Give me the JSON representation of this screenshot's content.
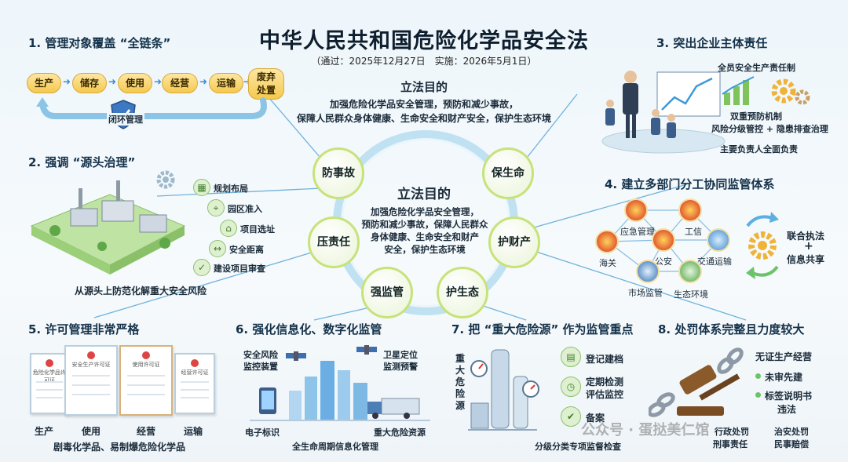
{
  "header": {
    "title": "中华人民共和国危险化学品安全法",
    "subtitle": "（通过：2025年12月27日　实施：2026年5月1日）"
  },
  "purpose": {
    "title": "立法目的",
    "line1": "加强危险化学品安全管理，预防和减少事故，",
    "line2": "保障人民群众身体健康、生命安全和财产安全，保护生态环境"
  },
  "center": {
    "title": "立法目的",
    "line1": "加强危险化学品安全管理，",
    "line2": "预防和减少事故，保障人民群众",
    "line3": "身体健康、生命安全和财产",
    "line4": "安全，保护生态环境",
    "nodes": [
      "防事故",
      "保生命",
      "压责任",
      "护财产",
      "强监管",
      "护生态"
    ]
  },
  "sec1": {
    "title": "1. 管理对象覆盖 “全链条”",
    "chain": [
      "生产",
      "储存",
      "使用",
      "经营",
      "运输"
    ],
    "last_line1": "废弃",
    "last_line2": "处置",
    "loop_label": "闭环管理"
  },
  "sec2": {
    "title": "2. 强调 “源头治理”",
    "items": [
      "规划布局",
      "园区准入",
      "项目选址",
      "安全距离",
      "建设项目审查"
    ],
    "caption": "从源头上防范化解重大安全风险"
  },
  "sec3": {
    "title": "3. 突出企业主体责任",
    "label1": "全员安全生产责任制",
    "label2": "双重预防机制",
    "label3": "风险分级管控 + 隐患排查治理",
    "label4": "主要负责人全面负责"
  },
  "sec4": {
    "title": "4. 建立多部门分工协同监管体系",
    "agencies": [
      "应急管理",
      "工信",
      "海关",
      "公安",
      "交通运输",
      "市场监管",
      "生态环境"
    ],
    "joint1": "联合执法",
    "plus": "+",
    "joint2": "信息共享"
  },
  "sec5": {
    "title": "5. 许可管理非常严格",
    "cert_texts": [
      "危险化学品许可证",
      "安全生产许可证",
      "使用许可证",
      "经营许可证"
    ],
    "labels": [
      "生产",
      "使用",
      "经营",
      "运输"
    ],
    "caption": "剧毒化学品、易制爆危险化学品"
  },
  "sec6": {
    "title": "6. 强化信息化、数字化监管",
    "label1a": "安全风险",
    "label1b": "监控装置",
    "label2a": "卫星定位",
    "label2b": "监测预警",
    "label3": "电子标识",
    "label4": "重大危险资源",
    "caption": "全生命周期信息化管理"
  },
  "sec7": {
    "title": "7. 把 “重大危险源” 作为监管重点",
    "vertical": [
      "重",
      "大",
      "危",
      "险",
      "源"
    ],
    "step1": "登记建档",
    "step2a": "定期检测",
    "step2b": "评估监控",
    "step3": "备案",
    "caption": "分级分类专项监督检查"
  },
  "sec8": {
    "title": "8. 处罚体系完整且力度较大",
    "item1": "无证生产经营",
    "item2": "未审先建",
    "item3a": "标签说明书",
    "item3b": "违法",
    "pen1a": "行政处罚",
    "pen1b": "刑事责任",
    "pen2a": "治安处罚",
    "pen2b": "民事赔偿"
  },
  "watermark": "公众号 · 蛋挞美仁馆",
  "colors": {
    "accent_blue": "#3a8ad1",
    "pill_yellow": "#f5c94f",
    "node_green": "#c8e27a",
    "ring_blue": "#bfe1f2"
  }
}
